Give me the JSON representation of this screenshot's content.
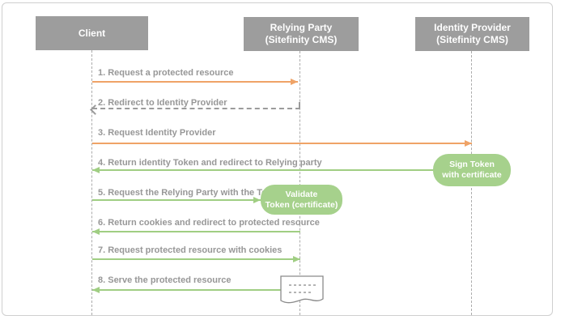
{
  "actors": {
    "client": {
      "label": "Client"
    },
    "relying_party": {
      "line1": "Relying Party",
      "line2": "(Sitefinity CMS)"
    },
    "identity_provider": {
      "line1": "Identity Provider",
      "line2": "(Sitefinity CMS)"
    }
  },
  "messages": {
    "m1": {
      "label": "1. Request a protected resource",
      "from": "Client",
      "to": "Relying Party (Sitefinity CMS)",
      "line_style": "solid",
      "color": "#efa367"
    },
    "m2": {
      "label": "2. Redirect to Identity Provider",
      "from": "Relying Party (Sitefinity CMS)",
      "to": "Client",
      "line_style": "dashed",
      "color": "#9b9b9b"
    },
    "m3": {
      "label": "3. Request Identity Provider",
      "from": "Client",
      "to": "Identity Provider (Sitefinity CMS)",
      "line_style": "solid",
      "color": "#efa367"
    },
    "m4": {
      "label": "4. Return identity Token and redirect to Relying party",
      "from": "Identity Provider (Sitefinity CMS)",
      "to": "Client",
      "line_style": "solid",
      "color": "#a0ce83"
    },
    "m5": {
      "label": "5. Request the Relying Party with the Token",
      "from": "Client",
      "to": "Relying Party (Sitefinity CMS)",
      "line_style": "solid",
      "color": "#a0ce83"
    },
    "m6": {
      "label": "6. Return cookies and redirect to protected resource",
      "from": "Relying Party (Sitefinity CMS)",
      "to": "Client",
      "line_style": "solid",
      "color": "#a0ce83"
    },
    "m7": {
      "label": "7. Request protected resource with cookies",
      "from": "Client",
      "to": "Relying Party (Sitefinity CMS)",
      "line_style": "solid",
      "color": "#a0ce83"
    },
    "m8": {
      "label": "8. Serve the protected resource",
      "from": "Relying Party (Sitefinity CMS)",
      "to": "Client",
      "line_style": "solid",
      "color": "#a0ce83"
    }
  },
  "notes": {
    "sign_token": {
      "line1": "Sign Token",
      "line2": "with certificate",
      "attached_to": "Identity Provider (Sitefinity CMS)"
    },
    "validate_token": {
      "line1": "Validate",
      "line2": "Token (certificate)",
      "attached_to": "Relying Party (Sitefinity CMS)"
    }
  },
  "icons": {
    "document_icon": "document-with-dashed-text-lines"
  },
  "colors": {
    "actor_box": "#9d9d9d",
    "actor_text": "#ffffff",
    "message_text": "#979797",
    "orange_arrow": "#efa367",
    "green_arrow": "#a0ce83",
    "note_fill": "#a6d18c",
    "note_text": "#ffffff",
    "lifeline": "#ababab",
    "frame_border": "#cfcfcf"
  }
}
